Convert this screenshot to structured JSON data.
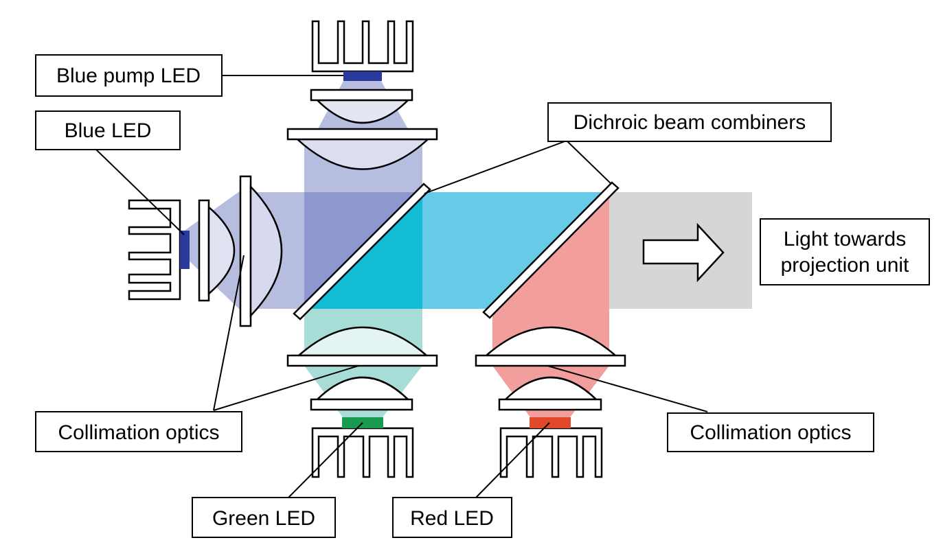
{
  "labels": {
    "blue_pump_led": "Blue pump LED",
    "blue_led": "Blue LED",
    "dichroic_beam_combiners": "Dichroic beam combiners",
    "light_towards_line1": "Light towards",
    "light_towards_line2": "projection unit",
    "collimation_optics_left": "Collimation optics",
    "collimation_optics_right": "Collimation optics",
    "green_led": "Green LED",
    "red_led": "Red LED"
  },
  "colors": {
    "blue_pump_led": "#2a3a9a",
    "blue_led": "#2a3a9a",
    "green_led": "#1a9a50",
    "red_led": "#e04a2a",
    "blue_beam": "#b7bddf",
    "blue_mix": "#8f97cf",
    "cyan_mix": "#12bcd4",
    "cyan_beam": "#67cae6",
    "green_beam": "#a8dcd6",
    "red_beam": "#f19e9c",
    "output_beam": "#d6d6d6"
  }
}
